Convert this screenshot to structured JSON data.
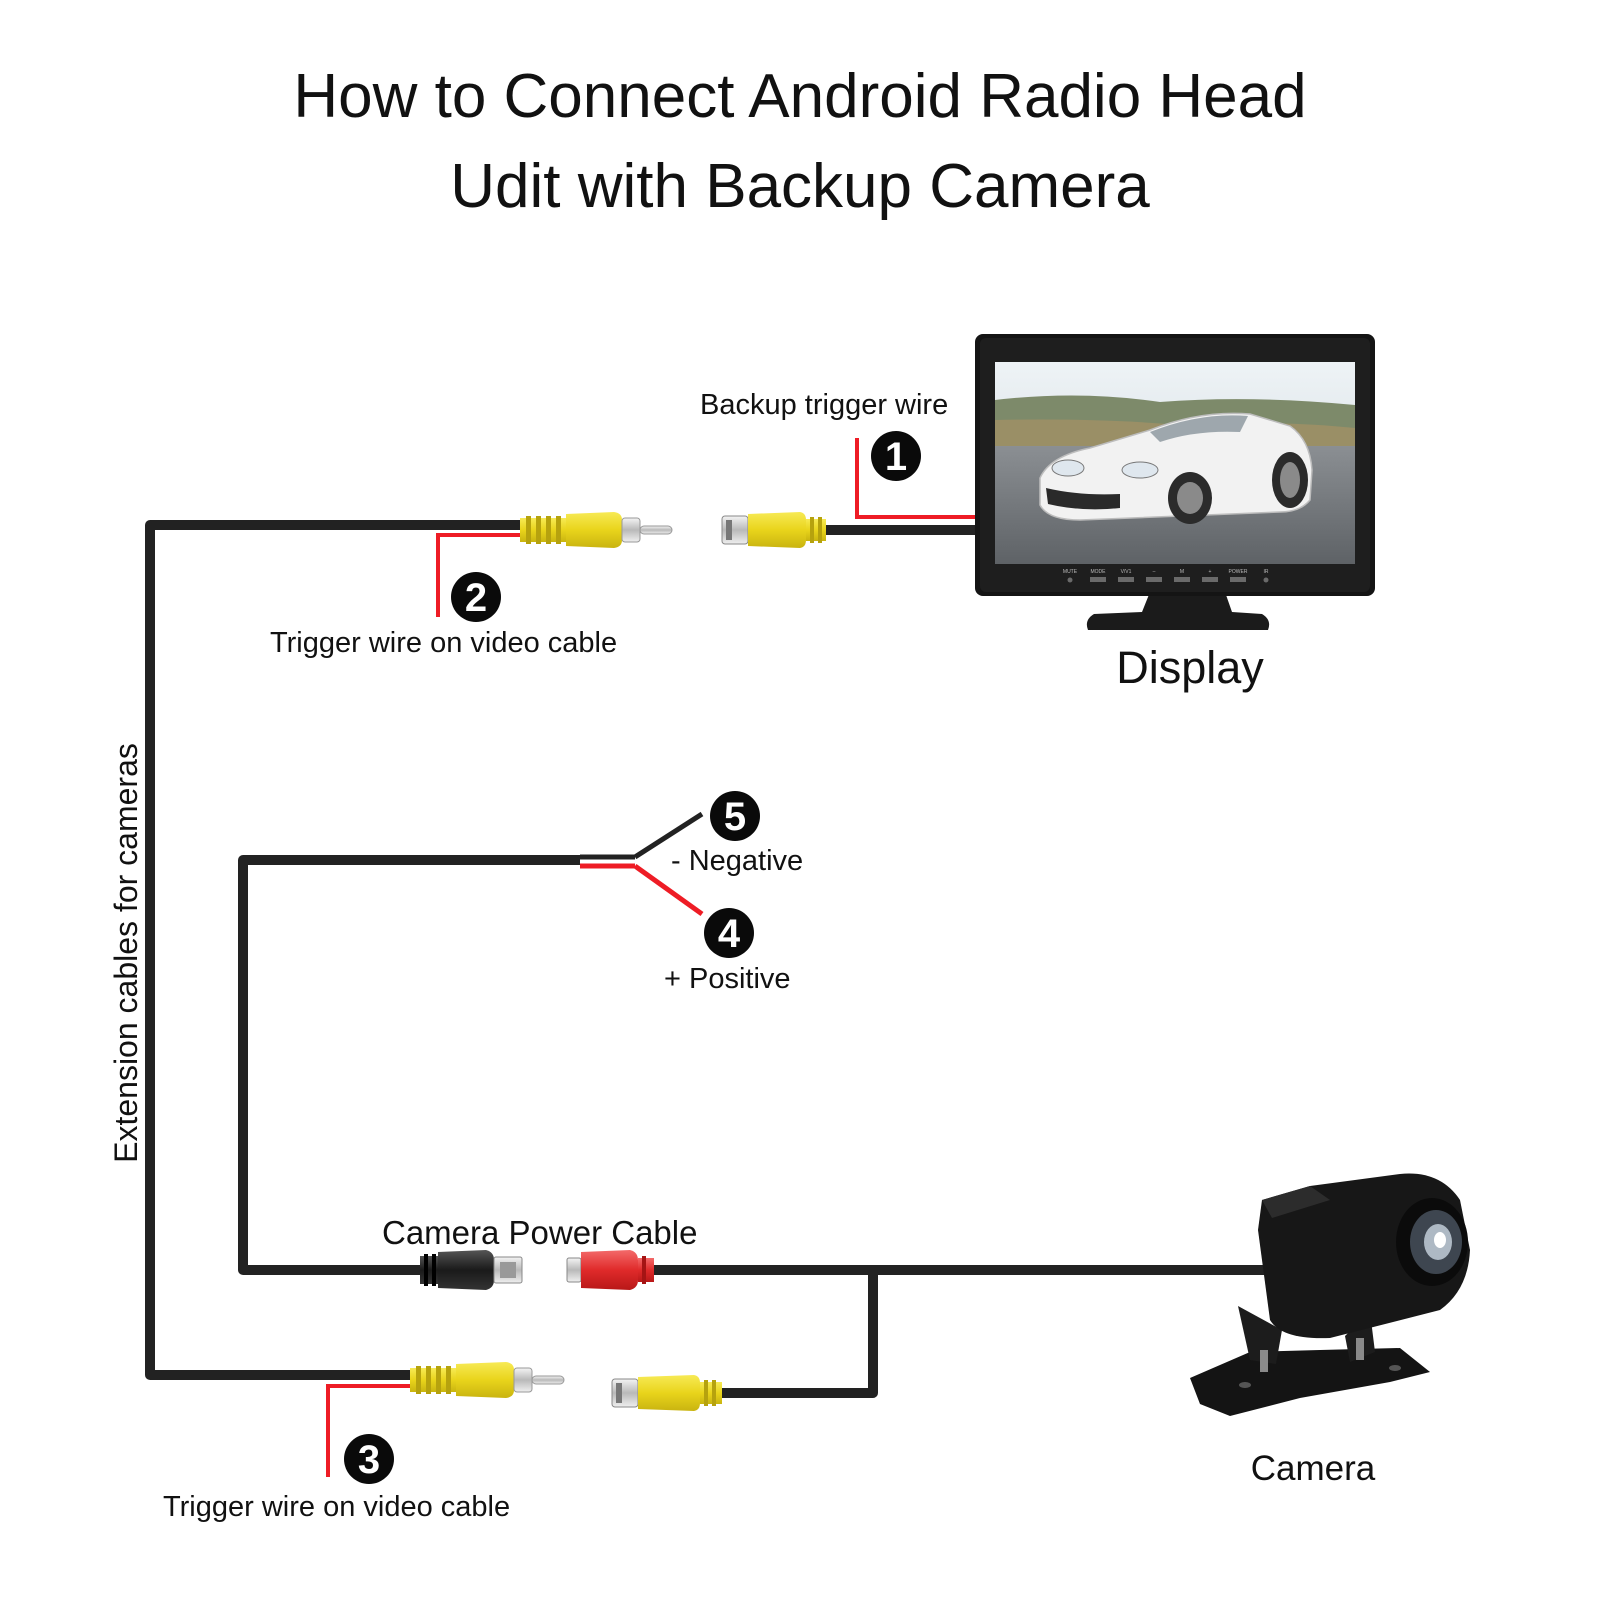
{
  "title": {
    "line1": "How to Connect Android Radio Head",
    "line2": "Udit with Backup Camera"
  },
  "labels": {
    "backup_trigger_wire": "Backup trigger wire",
    "trigger_wire_top": "Trigger wire on video cable",
    "display": "Display",
    "negative": "- Negative",
    "positive": "+ Positive",
    "extension_cables": "Extension cables for cameras",
    "camera_power_cable": "Camera Power Cable",
    "camera": "Camera",
    "trigger_wire_bottom": "Trigger wire on video cable"
  },
  "markers": {
    "m1": "1",
    "m2": "2",
    "m3": "3",
    "m4": "4",
    "m5": "5"
  },
  "display_buttons": [
    "MUTE",
    "MODE",
    "V/V1",
    "–",
    "M",
    "+",
    "POWER",
    "IR"
  ],
  "colors": {
    "cable_black": "#222222",
    "wire_red": "#ee1c25",
    "rca_yellow": "#f2e01e",
    "power_red": "#e02a2a"
  }
}
